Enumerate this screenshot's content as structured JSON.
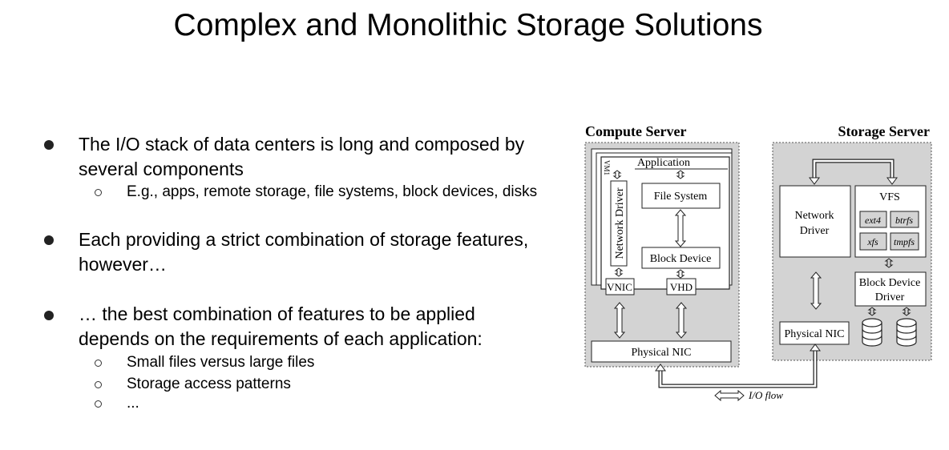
{
  "slide": {
    "title": "Complex and Monolithic Storage Solutions"
  },
  "bullets": [
    {
      "text_line1": "The I/O stack of data centers is long and composed by",
      "text_line2": "several components",
      "subs": [
        "E.g., apps, remote storage, file systems, block devices, disks"
      ]
    },
    {
      "text_line1": "Each providing a strict combination of storage features,",
      "text_line2": "however…",
      "subs": []
    },
    {
      "text_line1": "… the best combination of features to be applied",
      "text_line2": "depends on the requirements of each application:",
      "subs": [
        "Small files versus large files",
        "Storage access patterns",
        "..."
      ]
    }
  ],
  "diagram": {
    "compute_server": "Compute Server",
    "storage_server": "Storage Server",
    "vm_label": "VM1",
    "application": "Application",
    "file_system": "File System",
    "block_device": "Block Device",
    "network_driver_vertical": "Network Driver",
    "vnic": "VNIC",
    "vhd": "VHD",
    "physical_nic_compute": "Physical NIC",
    "network_driver_line1": "Network",
    "network_driver_line2": "Driver",
    "vfs": "VFS",
    "fs_types": [
      "ext4",
      "btrfs",
      "xfs",
      "tmpfs"
    ],
    "block_device_driver_line1": "Block Device",
    "block_device_driver_line2": "Driver",
    "physical_nic_storage": "Physical NIC",
    "io_flow": "I/O flow"
  }
}
